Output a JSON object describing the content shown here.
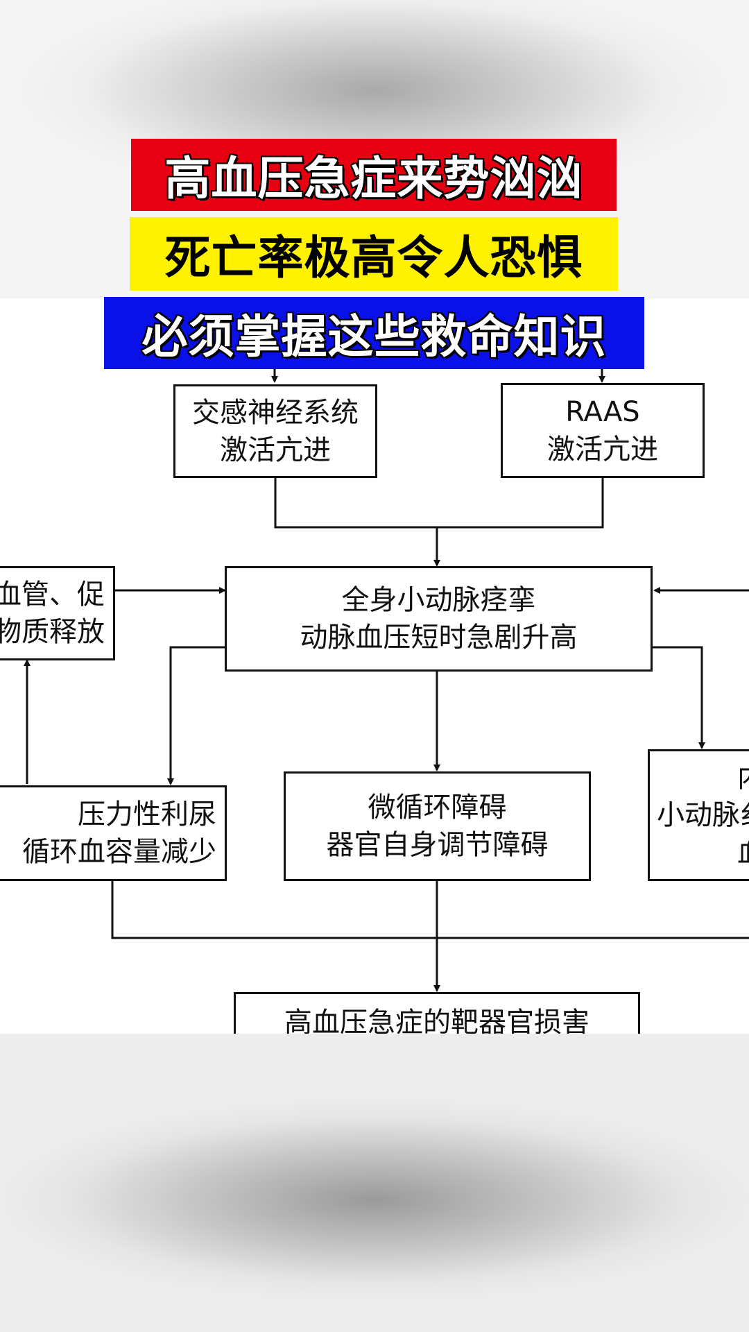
{
  "banners": {
    "line1": "高血压急症来势汹汹",
    "line2": "死亡率极高令人恐惧",
    "line3": "必须掌握这些救命知识"
  },
  "colors": {
    "banner1_bg": "#e60012",
    "banner2_bg": "#fff200",
    "banner3_bg": "#0a10e8"
  },
  "diagram": {
    "sympathetic": {
      "line1": "交感神经系统",
      "line2": "激活亢进"
    },
    "raas": {
      "line1": "RAAS",
      "line2": "激活亢进"
    },
    "left_partial": {
      "line1": "血管、促",
      "line2": "物质释放"
    },
    "center": {
      "line1": "全身小动脉痉挛",
      "line2": "动脉血压短时急剧升高"
    },
    "diuresis": {
      "line1": "压力性利尿",
      "line2": "循环血容量减少"
    },
    "microcirculation": {
      "line1": "微循环障碍",
      "line2": "器官自身调节障碍"
    },
    "right_partial": {
      "line1": "内",
      "line2": "小动脉纟",
      "line3": "血"
    },
    "bottom": {
      "line1": "高血压急症的靶器官损害"
    }
  }
}
